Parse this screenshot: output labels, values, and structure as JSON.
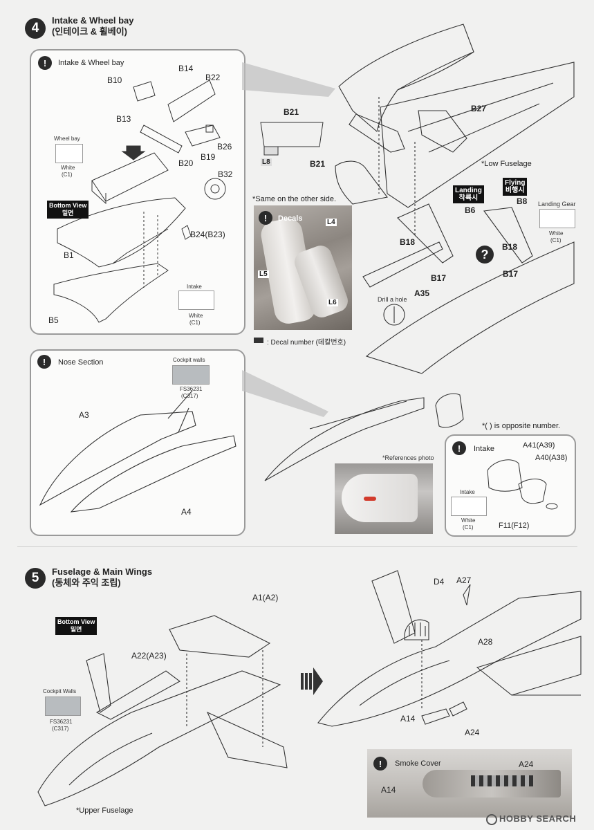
{
  "step4": {
    "number": "4",
    "title": "Intake & Wheel bay",
    "subtitle": "(인테이크 & 휠베이)",
    "sub_intake_wheel": {
      "title": "Intake & Wheel bay",
      "parts": [
        "B14",
        "B10",
        "B22",
        "B13",
        "B26",
        "B19",
        "B20",
        "B32",
        "B24(B23)",
        "B1",
        "B5"
      ],
      "wheel_bay_label": "Wheel bay",
      "white_c1": "White",
      "c1": "(C1)",
      "bottom_view": "Bottom View",
      "bottom_view_kr": "밑면",
      "intake_label": "Intake",
      "intake_white": "White",
      "intake_c1": "(C1)"
    },
    "main": {
      "b21_top": "B21",
      "l8": "L8",
      "b21": "B21",
      "b27": "B27",
      "low_fuselage": "*Low Fuselage",
      "same_other_side": "*Same on the other side.",
      "landing": "Landing",
      "landing_kr": "착륙시",
      "flying": "Flying",
      "flying_kr": "비행시",
      "b6": "B6",
      "b8": "B8",
      "landing_gear": "Landing Gear",
      "lg_white": "White",
      "lg_c1": "(C1)",
      "b18a": "B18",
      "b18b": "B18",
      "b17a": "B17",
      "b17b": "B17",
      "a35": "A35",
      "drill_hole": "Drill a hole",
      "question": "?"
    },
    "decals": {
      "title": "Decals",
      "l4": "L4",
      "l5": "L5",
      "l6": "L6",
      "legend": ": Decal number (데칼번호)"
    },
    "nose": {
      "title": "Nose Section",
      "cockpit_walls": "Cockpit walls",
      "fs": "FS36231",
      "c317": "(C317)",
      "a3": "A3",
      "a4": "A4"
    },
    "opposite": "*(  ) is opposite number.",
    "references_photo": "*References photo",
    "intake_box": {
      "title": "Intake",
      "a41": "A41(A39)",
      "a40": "A40(A38)",
      "intake_label": "Intake",
      "white": "White",
      "c1": "(C1)",
      "f11": "F11(F12)"
    }
  },
  "step5": {
    "number": "5",
    "title": "Fuselage & Main Wings",
    "subtitle": "(동체와 주익 조립)",
    "a1": "A1(A2)",
    "bottom_view": "Bottom View",
    "bottom_view_kr": "밑면",
    "a22": "A22(A23)",
    "cockpit_walls": "Cockpit Walls",
    "fs": "FS36231",
    "c317": "(C317)",
    "upper_fuselage": "*Upper Fuselage",
    "d4": "D4",
    "a27": "A27",
    "a28": "A28",
    "a14": "A14",
    "a24": "A24",
    "smoke": {
      "title": "Smoke Cover",
      "a24": "A24",
      "a14": "A14"
    }
  },
  "watermark": "HOBBY SEARCH",
  "colors": {
    "page_bg": "#f1f1f0",
    "panel_border": "#9a9a9a",
    "cockpit_gray": "#b8bcbf",
    "dark": "#111111"
  }
}
